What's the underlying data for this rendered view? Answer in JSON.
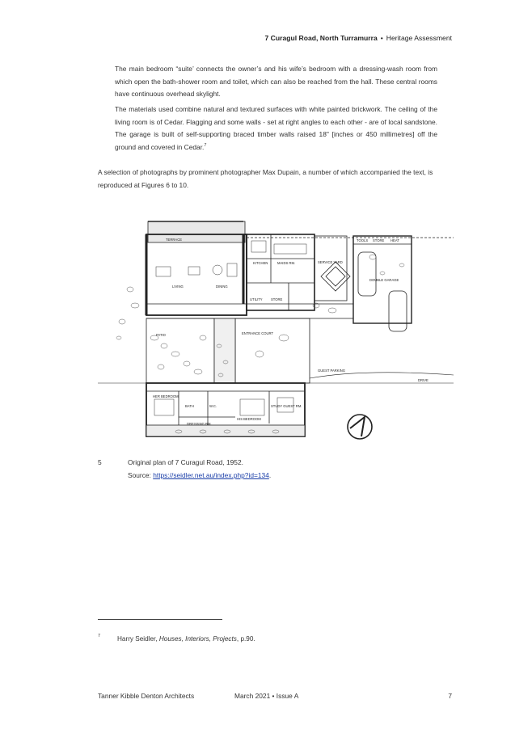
{
  "header": {
    "title": "7 Curagul Road, North Turramurra",
    "bullet": "•",
    "subtitle": "Heritage Assessment"
  },
  "paragraphs": {
    "p1": "The main bedroom “suite’ connects the owner’s and his wife’s bedroom with a dressing-wash room from which open the bath-shower room and toilet, which can also be reached from the hall. These central rooms have continuous overhead skylight.",
    "p2": "The materials used combine natural and textured surfaces with white painted brickwork. The ceiling of the living room is of Cedar. Flagging and some walls - set at right angles to each other - are of local sandstone. The garage is built of self-supporting braced timber walls raised 18\" [inches or 450 millimetres] off the ground and covered in Cedar.",
    "p2_ref": "7",
    "p3": "A selection of photographs by prominent photographer Max Dupain, a number of which accompanied the text, is reproduced at Figures 6 to 10."
  },
  "plan_labels": {
    "terrace": "TERRACE",
    "kitchen": "KITCHEN",
    "maids_rm": "MAIDS RM.",
    "service_yard": "SERVICE YARD",
    "tools": "TOOLS",
    "store": "STORE",
    "heat": "HEAT",
    "living": "LIVING",
    "dining": "DINING",
    "utility": "UTILITY",
    "store2": "STORE",
    "double_garage": "DOUBLE GARAGE",
    "patio": "PATIO",
    "entrance_court": "ENTRANCE COURT",
    "guest_parking": "GUEST PARKING",
    "drive": "DRIVE",
    "her_bedroom": "HER BEDROOM",
    "bath": "BATH",
    "wc": "W.C.",
    "his_bedroom": "HIS BEDROOM",
    "study_guest_rm": "STUDY GUEST RM.",
    "dressing_rm": "DRESSING RM."
  },
  "caption": {
    "number": "5",
    "line1": "Original plan of 7 Curagul Road, 1952.",
    "source_label": "Source: ",
    "source_link": "https://seidler.net.au/index.php?id=134",
    "source_end": "."
  },
  "footnote": {
    "marker": "7",
    "author": "Harry Seidler, ",
    "title": "Houses, Interiors, Projects",
    "pages": ", p.90."
  },
  "footer": {
    "left": "Tanner Kibble Denton Architects",
    "middle": "March 2021  •  Issue A",
    "page": "7"
  }
}
